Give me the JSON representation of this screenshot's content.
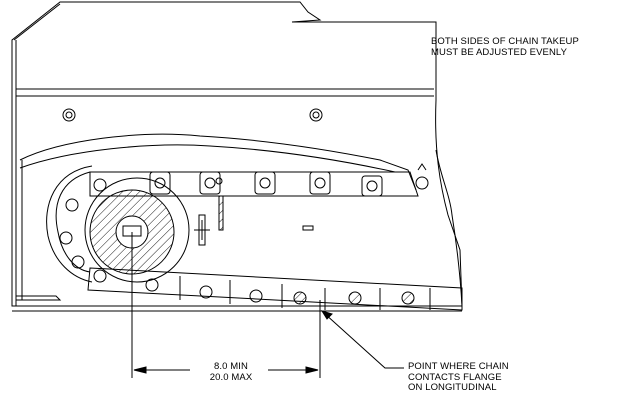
{
  "notes": {
    "adjust_note": {
      "line1": "BOTH SIDES OF CHAIN TAKEUP",
      "line2": "MUST BE ADJUSTED EVENLY"
    },
    "dimension": {
      "min": "8.0 MIN",
      "max": "20.0 MAX"
    },
    "contact_note": {
      "line1": "POINT WHERE CHAIN",
      "line2": "CONTACTS FLANGE",
      "line3": "ON LONGITUDINAL"
    }
  },
  "colors": {
    "stroke": "#000000",
    "background": "#ffffff"
  }
}
